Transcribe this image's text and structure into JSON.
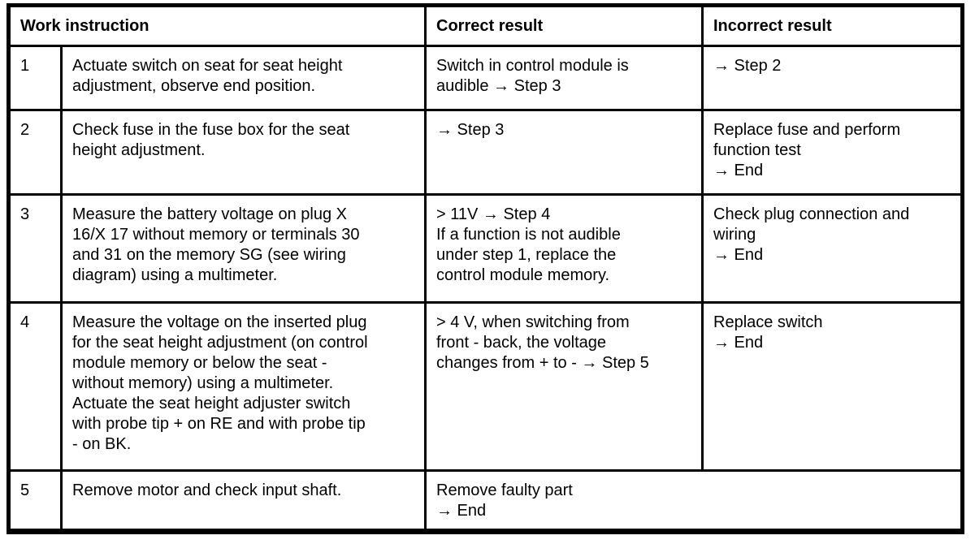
{
  "table": {
    "headers": {
      "work_instruction": "Work instruction",
      "correct_result": "Correct result",
      "incorrect_result": "Incorrect result"
    },
    "rows": [
      {
        "step": "1",
        "instruction": "Actuate switch on seat for seat height\nadjustment, observe end position.",
        "correct": "Switch in control module is\naudible → Step 3",
        "incorrect": "→ Step 2"
      },
      {
        "step": "2",
        "instruction": "Check fuse in the fuse box for the seat\nheight adjustment.",
        "correct": "→ Step 3",
        "incorrect": "Replace fuse and perform\nfunction test\n→ End"
      },
      {
        "step": "3",
        "instruction": "Measure the battery voltage on plug X\n16/X 17 without memory or terminals 30\nand 31 on the memory SG (see wiring\ndiagram) using a multimeter.",
        "correct": "> 11V → Step 4\nIf a function is not audible\nunder step 1, replace the\ncontrol module memory.",
        "incorrect": "Check plug connection and\nwiring\n→ End"
      },
      {
        "step": "4",
        "instruction": "Measure the voltage on the inserted plug\nfor the seat height adjustment (on control\nmodule memory or below the seat -\nwithout memory) using a multimeter.\nActuate the seat height adjuster switch\nwith probe tip + on RE and with probe tip\n- on BK.",
        "correct": "> 4 V, when switching from\nfront - back, the voltage\nchanges from + to - → Step 5",
        "incorrect": "Replace switch\n→ End"
      },
      {
        "step": "5",
        "instruction": "Remove motor and check input shaft.",
        "result": "Remove faulty part\n→ End"
      }
    ]
  }
}
